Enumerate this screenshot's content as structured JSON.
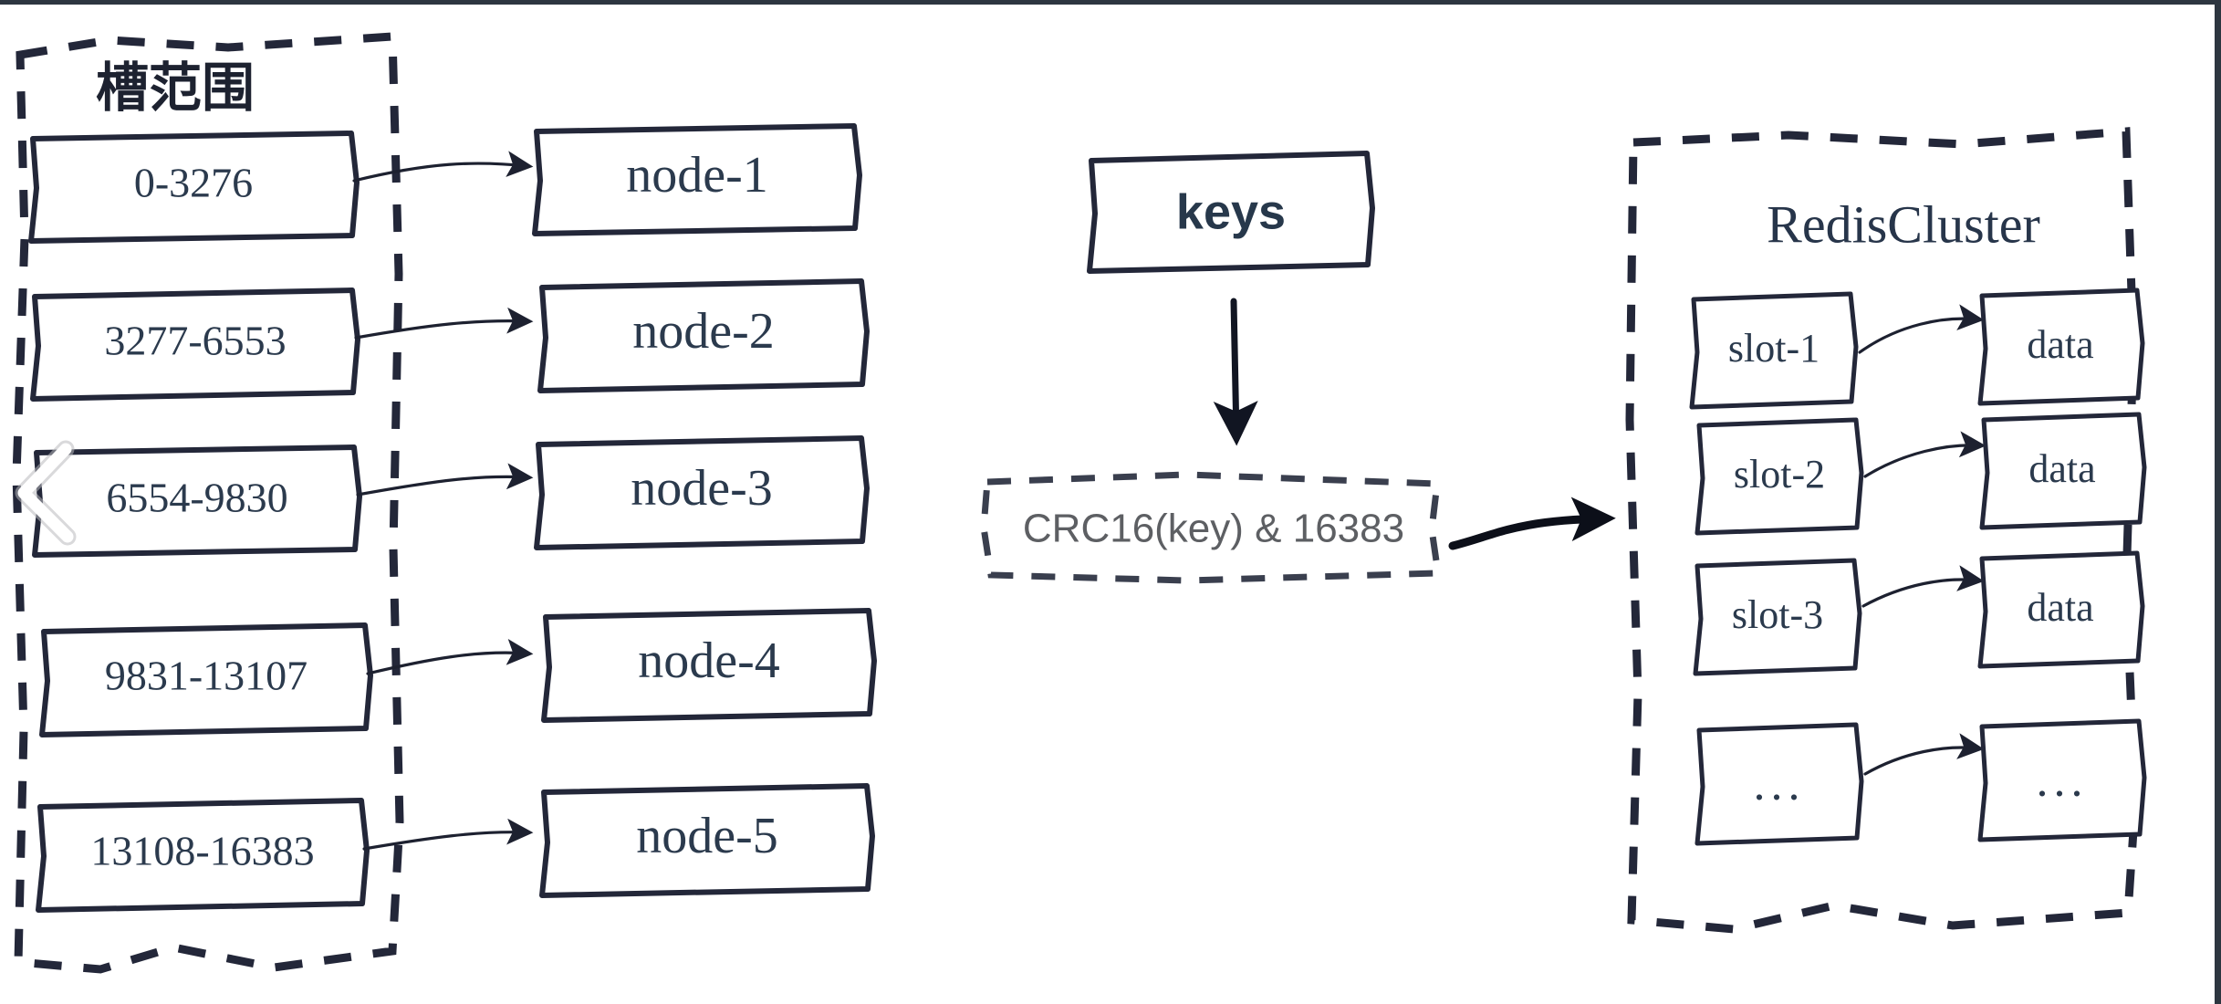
{
  "diagram": {
    "title_cn": "槽范围",
    "slot_ranges": [
      {
        "label": "0-3276"
      },
      {
        "label": "3277-6553"
      },
      {
        "label": "6554-9830"
      },
      {
        "label": "9831-13107"
      },
      {
        "label": "13108-16383"
      }
    ],
    "nodes": [
      {
        "label": "node-1"
      },
      {
        "label": "node-2"
      },
      {
        "label": "node-3"
      },
      {
        "label": "node-4"
      },
      {
        "label": "node-5"
      }
    ],
    "keys_box": {
      "label": "keys"
    },
    "hash_box": {
      "label": "CRC16(key) & 16383"
    },
    "cluster": {
      "title": "RedisCluster",
      "rows": [
        {
          "slot": "slot-1",
          "data": "data"
        },
        {
          "slot": "slot-2",
          "data": "data"
        },
        {
          "slot": "slot-3",
          "data": "data"
        },
        {
          "slot": "...",
          "data": "..."
        }
      ]
    },
    "cursor": {
      "icon": "chevron-left-cursor"
    },
    "colors": {
      "ink": "#232739",
      "text": "#2b3a4d",
      "muted_text": "#5d5f63",
      "background": "#ffffff",
      "frame": "#2d3640"
    }
  }
}
